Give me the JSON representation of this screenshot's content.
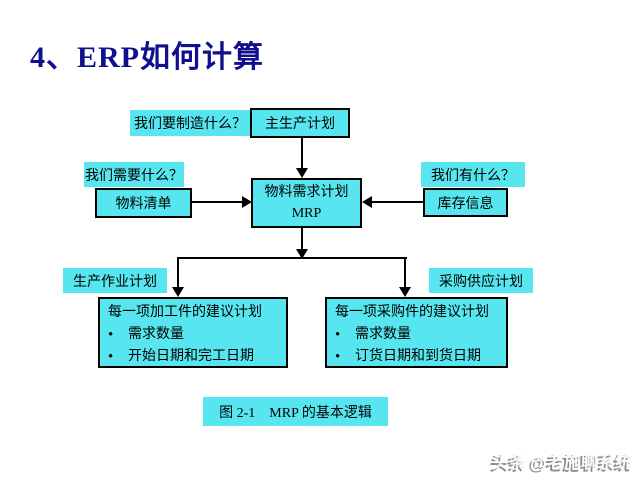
{
  "slide": {
    "title": "4、ERP如何计算"
  },
  "colors": {
    "box_fill": "#57E6EF",
    "title_color": "#10108E",
    "line_color": "#000000"
  },
  "diagram": {
    "question_make": "我们要制造什么？",
    "master_schedule": "主生产计划",
    "question_need": "我们需要什么？",
    "bom": "物料清单",
    "mrp_line1": "物料需求计划",
    "mrp_line2": "MRP",
    "question_have": "我们有什么？",
    "inventory": "库存信息",
    "production_plan_label": "生产作业计划",
    "purchase_plan_label": "采购供应计划",
    "bullet_char": "•",
    "work_orders": {
      "title": "每一项加工件的建议计划",
      "bullets": [
        "需求数量",
        "开始日期和完工日期"
      ]
    },
    "purchase_orders": {
      "title": "每一项采购件的建议计划",
      "bullets": [
        "需求数量",
        "订货日期和到货日期"
      ]
    },
    "caption": "图 2-1　MRP 的基本逻辑"
  },
  "watermark": "头条 @老施聊系统"
}
